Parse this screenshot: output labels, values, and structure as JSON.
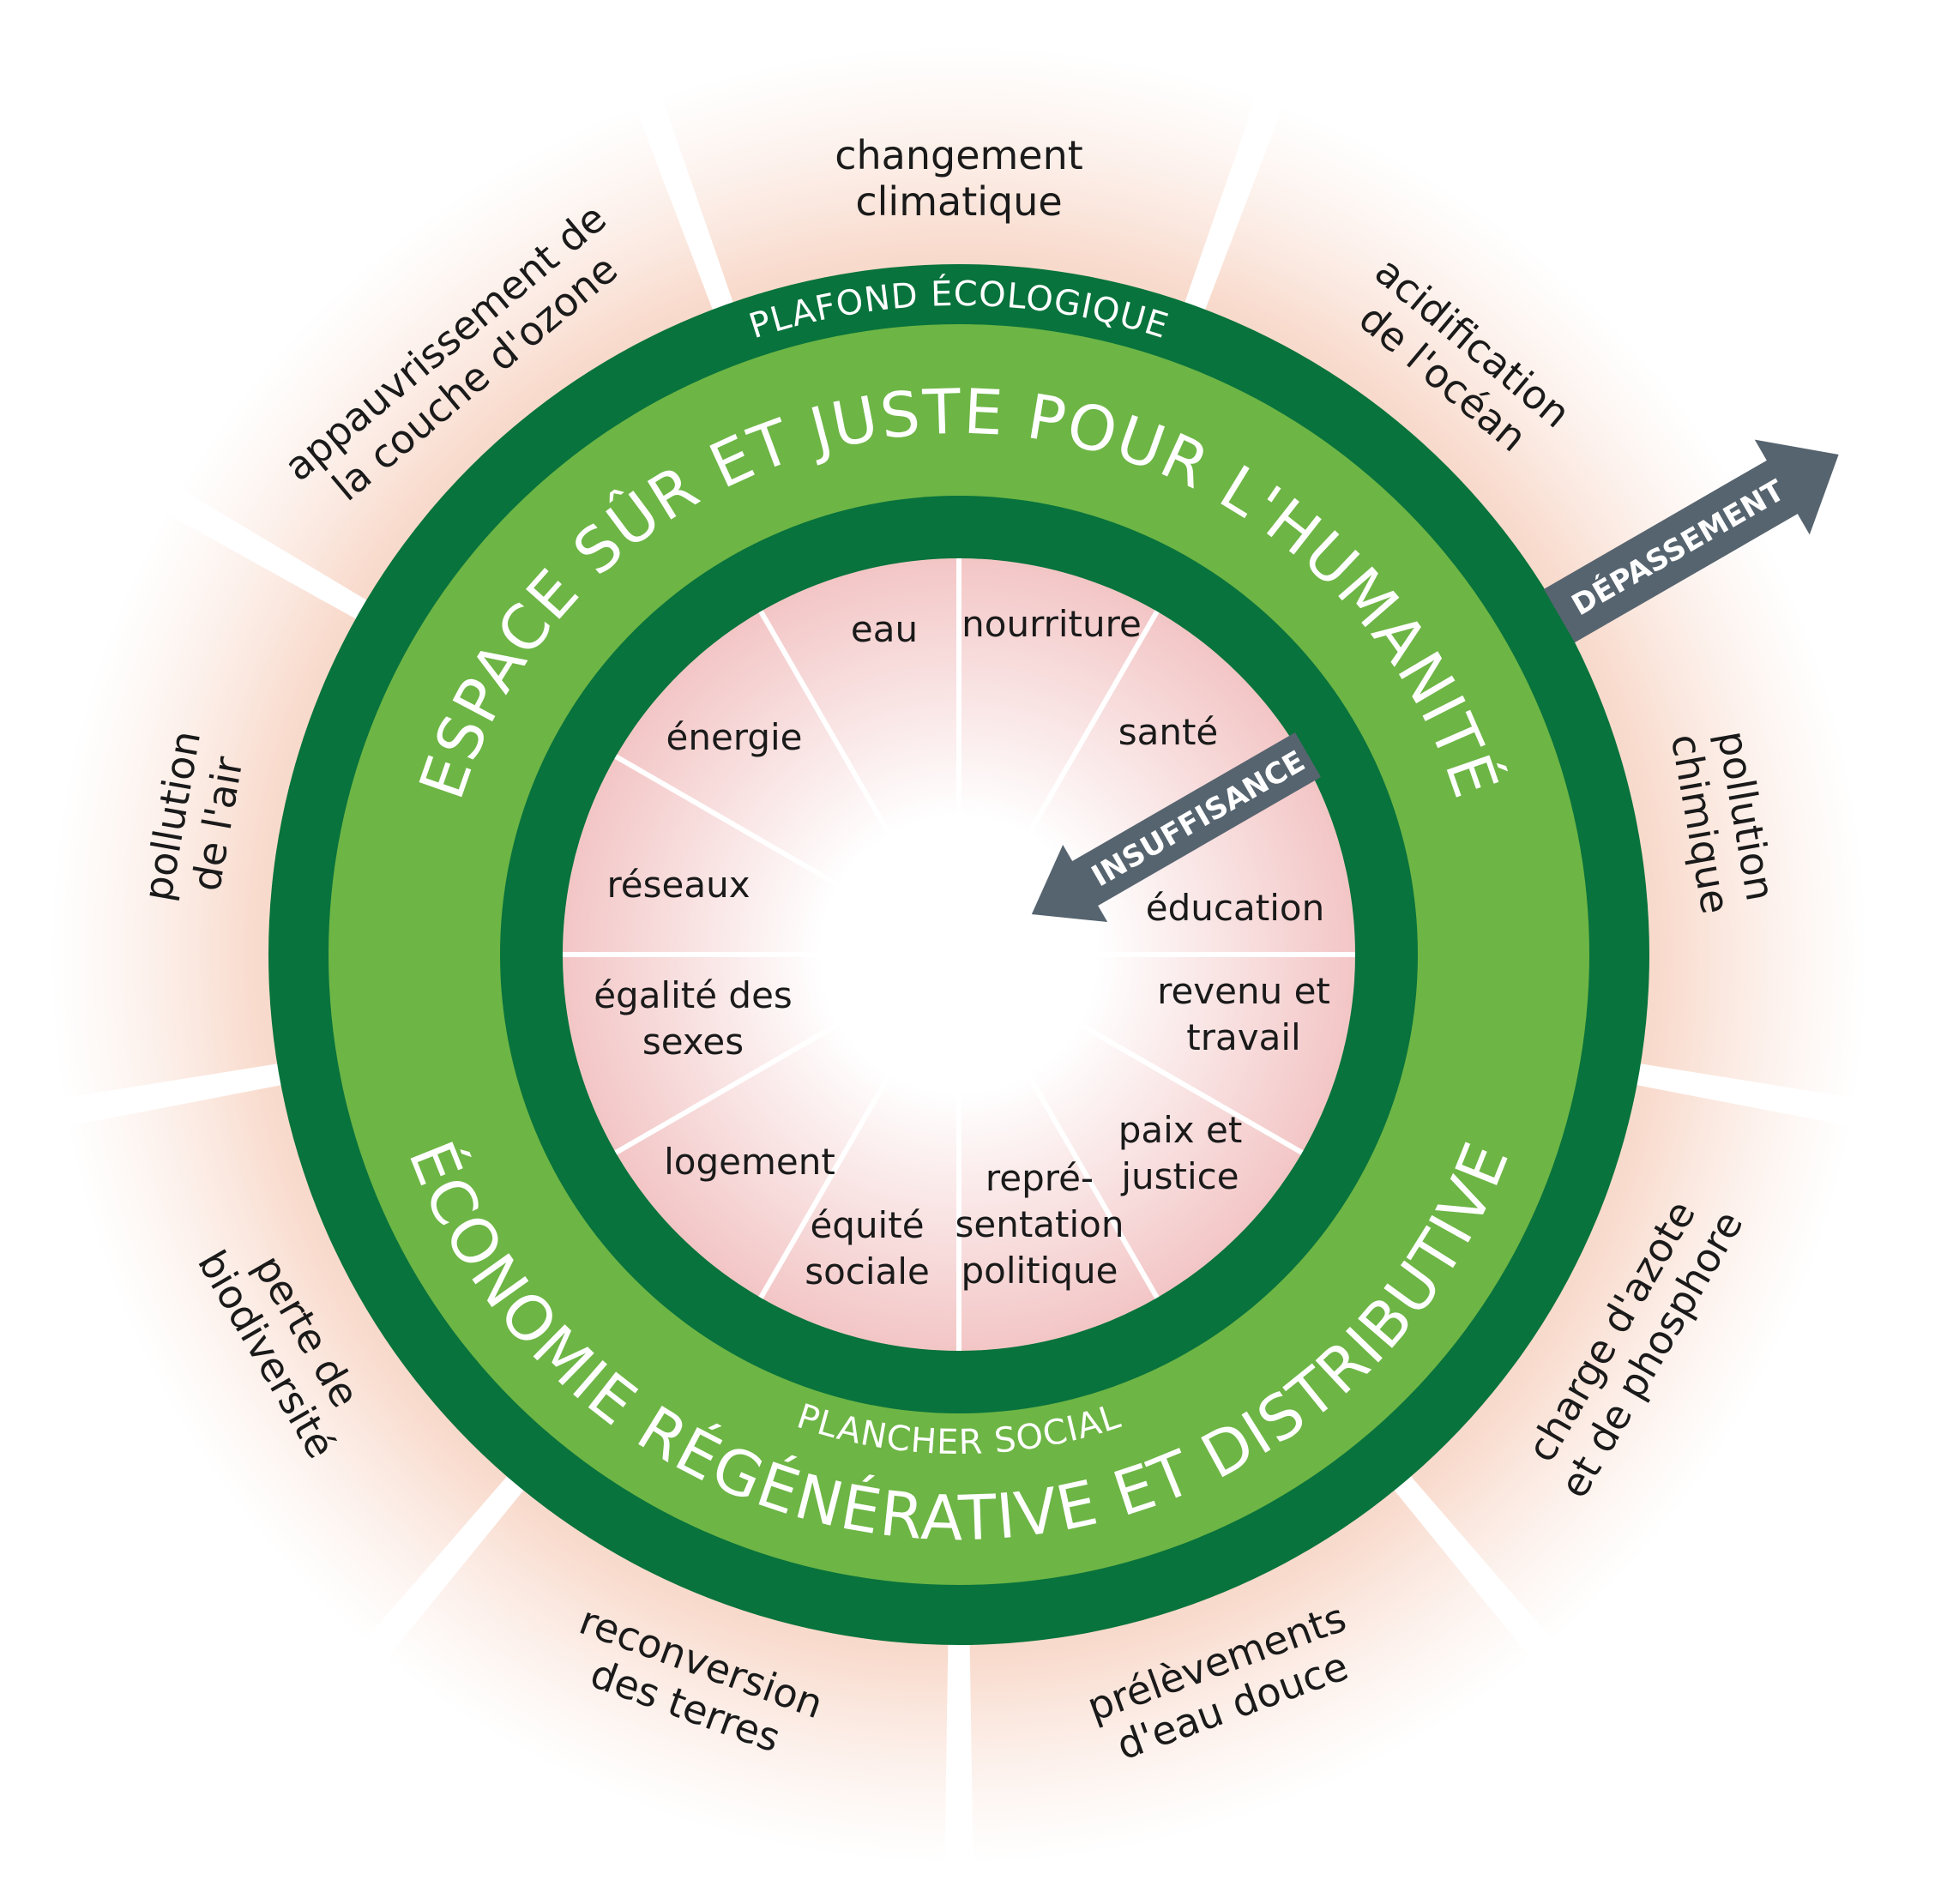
{
  "diagram": {
    "outer_ring": {
      "segments": [
        {
          "label_lines": [
            "changement",
            "climatique"
          ]
        },
        {
          "label_lines": [
            "acidification",
            "de l'océan"
          ]
        },
        {
          "label_lines": [
            "pollution",
            "chimique"
          ]
        },
        {
          "label_lines": [
            "charge d'azote",
            "et de phosphore"
          ]
        },
        {
          "label_lines": [
            "prélèvements",
            "d'eau douce"
          ]
        },
        {
          "label_lines": [
            "reconversion",
            "des terres"
          ]
        },
        {
          "label_lines": [
            "perte de",
            "biodiversité"
          ]
        },
        {
          "label_lines": [
            "pollution",
            "de l'air"
          ]
        },
        {
          "label_lines": [
            "appauvrissement de",
            "la couche d'ozone"
          ]
        }
      ]
    },
    "ecological_ceiling_label": "PLAFOND ÉCOLOGIQUE",
    "social_foundation_label": "PLANCHER SOCIAL",
    "safe_space_title": "ESPACE SÛR ET JUSTE POUR L'HUMANITÉ",
    "economy_title": "ÉCONOMIE RÉGÉNÉRATIVE ET DISTRIBUTIVE",
    "overshoot_label": "DÉPASSEMENT",
    "shortfall_label": "INSUFFISANCE",
    "inner_core": {
      "segments": [
        {
          "label_lines": [
            "nourriture"
          ]
        },
        {
          "label_lines": [
            "santé"
          ]
        },
        {
          "label_lines": [
            "éducation"
          ]
        },
        {
          "label_lines": [
            "revenu et",
            "travail"
          ]
        },
        {
          "label_lines": [
            "paix et",
            "justice"
          ]
        },
        {
          "label_lines": [
            "repré-",
            "sentation",
            "politique"
          ]
        },
        {
          "label_lines": [
            "équité",
            "sociale"
          ]
        },
        {
          "label_lines": [
            "logement"
          ]
        },
        {
          "label_lines": [
            "égalité des",
            "sexes"
          ]
        },
        {
          "label_lines": [
            "réseaux"
          ]
        },
        {
          "label_lines": [
            "énergie"
          ]
        },
        {
          "label_lines": [
            "eau"
          ]
        }
      ]
    },
    "colors": {
      "dark_green": "#08733c",
      "light_green": "#6db545",
      "arrow_gray": "#56646f",
      "outer_tint": "#f2b89d",
      "inner_tint": "#f3c6c6"
    }
  }
}
